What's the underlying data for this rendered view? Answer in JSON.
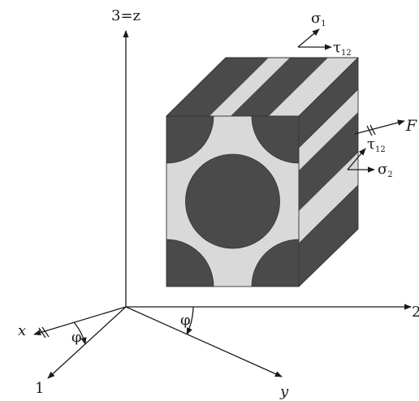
{
  "axes": {
    "vertical": "3=z",
    "right": "2",
    "x": "x",
    "one": "1",
    "y": "y"
  },
  "angles": {
    "left": "φ",
    "right": "φ"
  },
  "stresses": {
    "sigma1": "σ",
    "sigma1_sub": "1",
    "tau_top": "τ",
    "tau_top_sub": "12",
    "tau_side": "τ",
    "tau_side_sub": "12",
    "sigma2": "σ",
    "sigma2_sub": "2"
  },
  "force": {
    "label": "F"
  },
  "colors": {
    "fiber": "#4a4a4a",
    "matrix": "#d9d9d9",
    "lines": "#1a1a1a"
  }
}
